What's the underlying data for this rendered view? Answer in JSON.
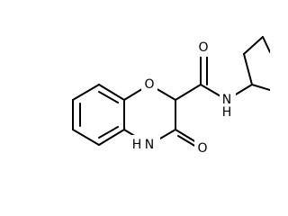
{
  "molecule": {
    "atoms": {
      "oxygen_ring": "O",
      "oxygen_amide": "O",
      "oxygen_lactam": "O",
      "nitrogen_amide": "N",
      "hydrogen_amide": "H",
      "nitrogen_lactam": "N",
      "hydrogen_lactam": "H"
    }
  }
}
